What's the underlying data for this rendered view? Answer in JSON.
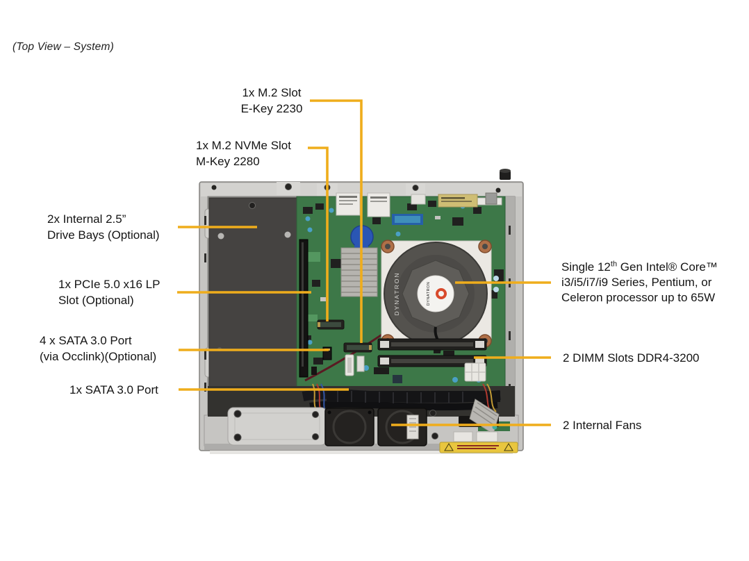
{
  "page": {
    "caption": "(Top View – System)",
    "background": "#ffffff"
  },
  "colors": {
    "leader_line": "#EFAD1C",
    "label_text": "#141414",
    "chassis_silver": "#c6c5c2",
    "motherboard_green": "#3d7848",
    "cooler_gray": "#54524e",
    "warning_yellow": "#e9c63e"
  },
  "photo": {
    "cooler_brand": "DYNATRON"
  },
  "callouts": {
    "m2_ekey": {
      "lines": [
        "1x M.2 Slot",
        "E-Key 2230"
      ]
    },
    "m2_mkey": {
      "lines": [
        "1x M.2 NVMe Slot",
        "M-Key 2280"
      ]
    },
    "drive_bays": {
      "lines": [
        "2x Internal 2.5”",
        "Drive Bays (Optional)"
      ]
    },
    "pcie": {
      "lines": [
        "1x PCIe 5.0 x16 LP",
        "Slot (Optional)"
      ]
    },
    "sata_occlink": {
      "lines": [
        "4 x SATA 3.0 Port",
        "(via Occlink)(Optional)"
      ]
    },
    "sata_single": {
      "lines": [
        "1x SATA 3.0 Port"
      ]
    },
    "processor": {
      "line1_prefix": "Single 12",
      "line1_sup": "th",
      "line1_suffix": " Gen Intel® Core™",
      "line2": "i3/i5/i7/i9 Series, Pentium, or",
      "line3": "Celeron processor up to 65W"
    },
    "dimm": {
      "lines": [
        "2 DIMM Slots DDR4-3200"
      ]
    },
    "fans": {
      "lines": [
        "2 Internal Fans"
      ]
    }
  }
}
